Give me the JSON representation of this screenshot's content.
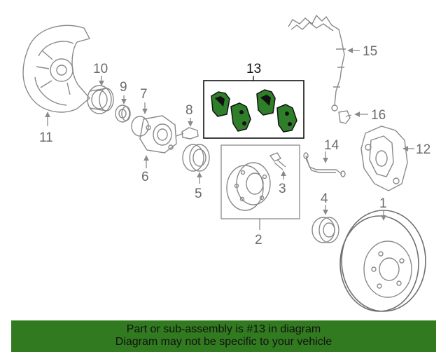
{
  "diagram": {
    "callouts": [
      "1",
      "2",
      "3",
      "4",
      "5",
      "6",
      "7",
      "8",
      "9",
      "10",
      "11",
      "12",
      "13",
      "14",
      "15",
      "16"
    ],
    "highlighted_part": "13",
    "highlight_color": "#2f7f2a"
  },
  "banner": {
    "line1": "Part or sub-assembly is #13 in diagram",
    "line2": "Diagram may not be specific to your vehicle",
    "background": "#317a1f"
  }
}
